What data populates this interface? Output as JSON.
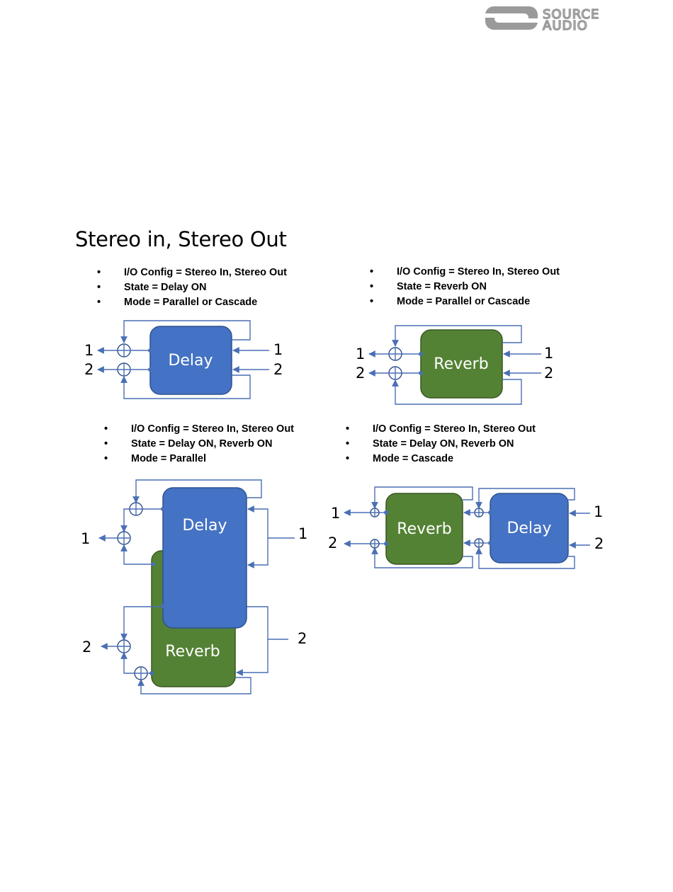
{
  "brand": {
    "logo_text_line1": "SOURCE",
    "logo_text_line2": "AUDIO",
    "logo_icon": "source-audio-s-icon"
  },
  "page": {
    "title": "Stereo in, Stereo Out"
  },
  "sections": [
    {
      "bullets": [
        "I/O Config = Stereo In, Stereo Out",
        "State = Delay ON",
        "Mode = Parallel or Cascade"
      ],
      "blocks": [
        "Delay"
      ],
      "inputs": [
        "1",
        "2"
      ],
      "outputs": [
        "1",
        "2"
      ]
    },
    {
      "bullets": [
        "I/O Config = Stereo In, Stereo Out",
        "State = Reverb ON",
        "Mode = Parallel or Cascade"
      ],
      "blocks": [
        "Reverb"
      ],
      "inputs": [
        "1",
        "2"
      ],
      "outputs": [
        "1",
        "2"
      ]
    },
    {
      "bullets": [
        "I/O Config = Stereo In, Stereo Out",
        "State = Delay ON, Reverb ON",
        "Mode = Parallel"
      ],
      "blocks": [
        "Delay",
        "Reverb"
      ],
      "inputs": [
        "1",
        "2"
      ],
      "outputs": [
        "1",
        "2"
      ]
    },
    {
      "bullets": [
        "I/O Config = Stereo In, Stereo Out",
        "State = Delay ON, Reverb ON",
        "Mode = Cascade"
      ],
      "blocks": [
        "Reverb",
        "Delay"
      ],
      "inputs": [
        "1",
        "2"
      ],
      "outputs": [
        "1",
        "2"
      ]
    }
  ],
  "colors": {
    "delay_block": "#4472c4",
    "reverb_block": "#548235",
    "signal_line": "#4a6fb5",
    "logo_gray": "#9a9a9a"
  }
}
